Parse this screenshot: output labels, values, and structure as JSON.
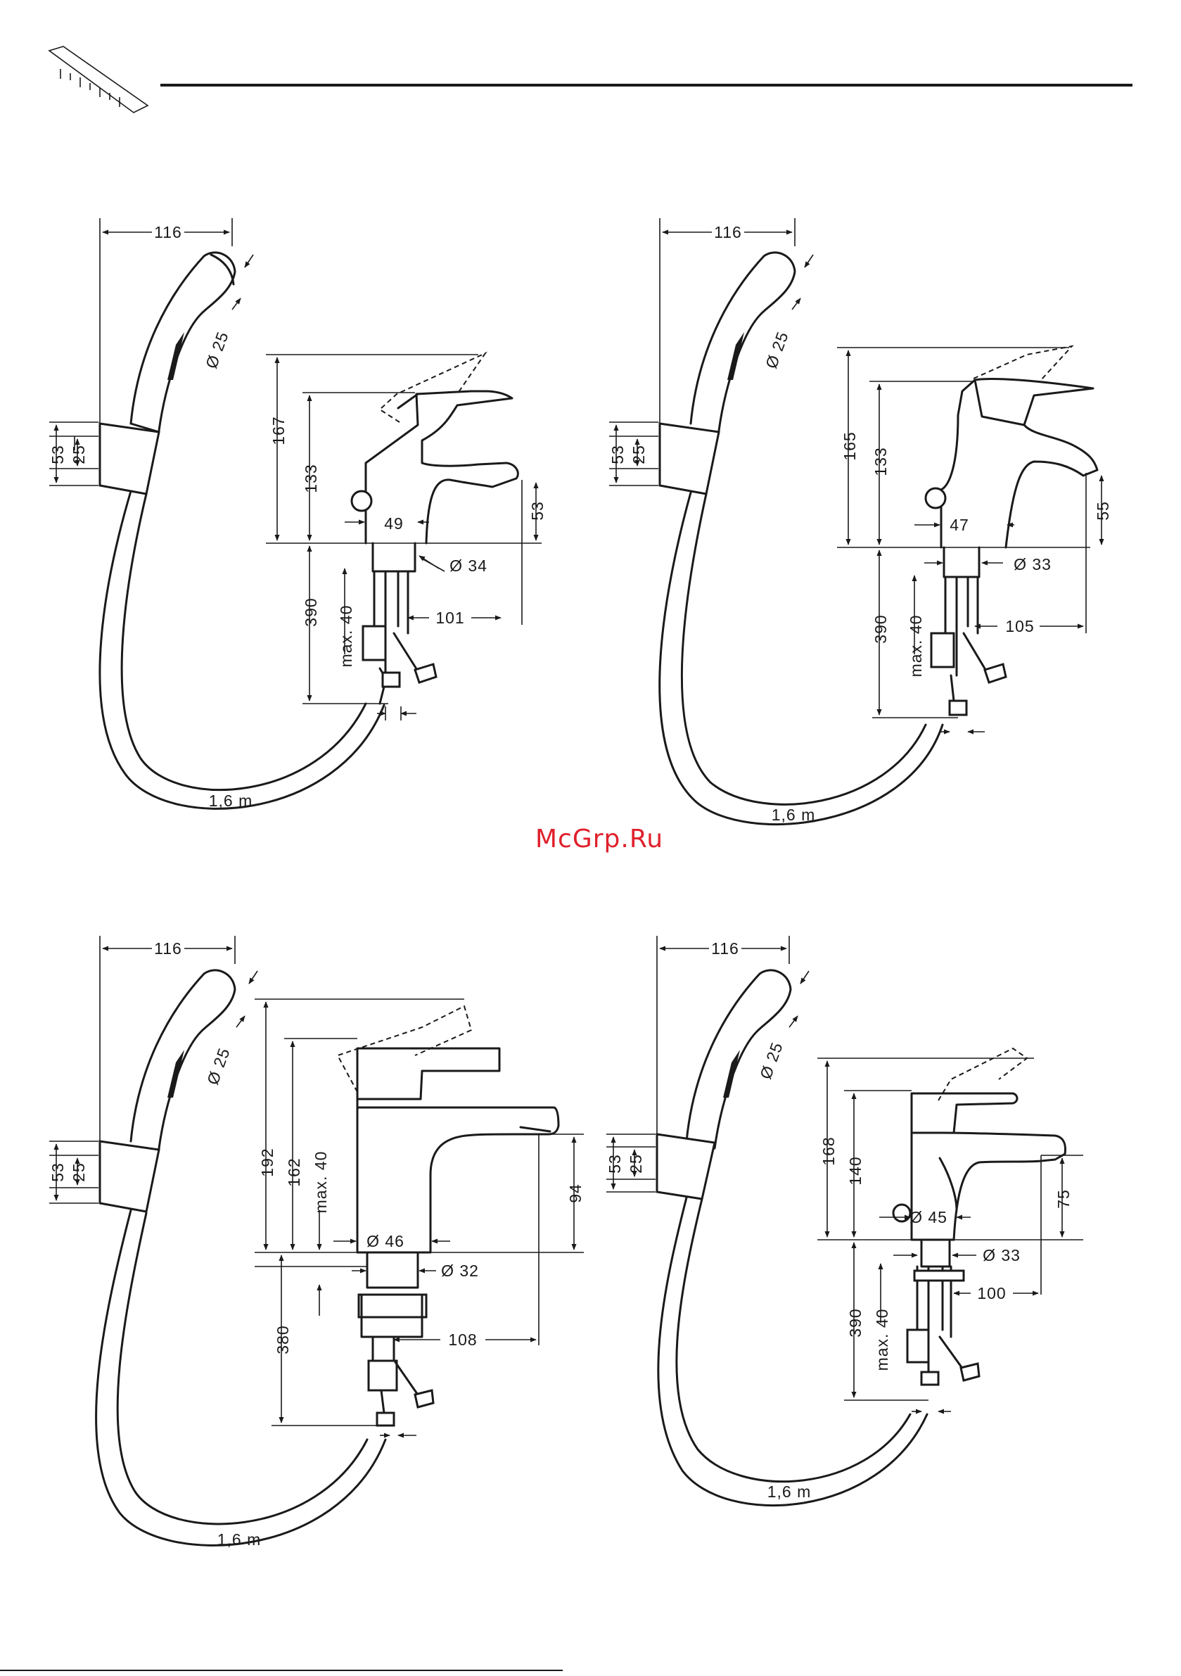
{
  "watermark": "McGrp.Ru",
  "icons": {
    "header": "ruler-icon"
  },
  "colors": {
    "ink": "#1a1a1a",
    "watermark": "#e0202b"
  },
  "panels": [
    {
      "dims": {
        "hand_width": "116",
        "hand_diameter": "Ø 25",
        "holder_height": "53",
        "holder_inner": "25",
        "total_height": "167",
        "body_height": "133",
        "base_width": "49",
        "spout_height": "53",
        "under_height": "390",
        "hole_diameter": "Ø 34",
        "max": "max. 40",
        "reach": "101",
        "hose": "1,6 m"
      }
    },
    {
      "dims": {
        "hand_width": "116",
        "hand_diameter": "Ø 25",
        "holder_height": "53",
        "holder_inner": "25",
        "total_height": "165",
        "body_height": "133",
        "base_width": "47",
        "spout_height": "55",
        "under_height": "390",
        "hole_diameter": "Ø 33",
        "max": "max. 40",
        "reach": "105",
        "hose": "1,6 m"
      }
    },
    {
      "dims": {
        "hand_width": "116",
        "hand_diameter": "Ø 25",
        "holder_height": "53",
        "holder_inner": "25",
        "total_height": "192",
        "body_height": "162",
        "max": "max. 40",
        "base_width": "Ø 46",
        "spout_height": "94",
        "hole_diameter": "Ø 32",
        "under_height": "380",
        "reach": "108",
        "hose": "1,6 m"
      }
    },
    {
      "dims": {
        "hand_width": "116",
        "hand_diameter": "Ø 25",
        "holder_height": "53",
        "holder_inner": "25",
        "total_height": "168",
        "body_height": "140",
        "base_width": "Ø 45",
        "spout_height": "75",
        "hole_diameter": "Ø 33",
        "reach": "100",
        "under_height": "390",
        "max": "max. 40",
        "hose": "1,6 m"
      }
    }
  ]
}
